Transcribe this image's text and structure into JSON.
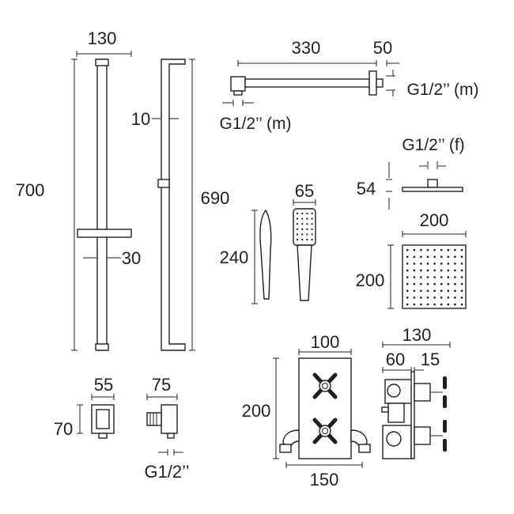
{
  "slide_rail": {
    "width": "130",
    "height": "700",
    "bracket": "30"
  },
  "riser_rail": {
    "depth": "10",
    "height": "690"
  },
  "shower_arm": {
    "length": "330",
    "flange": "50",
    "inlet_thread": "G1/2’’ (m)",
    "outlet_thread": "G1/2’’ (m)"
  },
  "overhead_head": {
    "thread": "G1/2’’ (f)",
    "depth": "54",
    "width": "200",
    "height": "200"
  },
  "handset": {
    "width": "65",
    "length": "240"
  },
  "wall_outlet": {
    "width": "55",
    "depth": "75",
    "height": "70",
    "thread": "G1/2’’"
  },
  "valve": {
    "plate_width": "100",
    "overall_depth": "130",
    "body_depth": "60",
    "plate_depth": "15",
    "height": "200",
    "centres": "150"
  },
  "colors": {
    "line": "#231f20"
  }
}
